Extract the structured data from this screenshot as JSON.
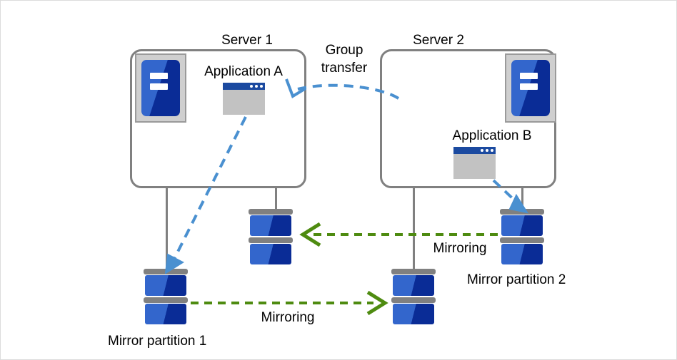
{
  "diagram": {
    "title_server1": "Server 1",
    "title_server2": "Server 2",
    "app_a_label": "Application  A",
    "app_b_label": "Application  B",
    "group_transfer_line1": "Group",
    "group_transfer_line2": "transfer",
    "mirroring_top_label": "Mirroring",
    "mirroring_bottom_label": "Mirroring",
    "mirror_partition_1_label": "Mirror partition 1",
    "mirror_partition_2_label": "Mirror partition 2"
  },
  "colors": {
    "server_border": "#808080",
    "disk_blue_light": "#3366cc",
    "disk_blue_dark": "#0a2c96",
    "disk_cap_gray": "#808080",
    "app_titlebar_blue": "#1b4aa0",
    "app_body_gray": "#c2c2c2",
    "server_icon_bg": "#cfcfcf",
    "arrow_blue": "#4a90d0",
    "arrow_green": "#4e8b10",
    "text": "#000000",
    "page_border": "#dcdcdc",
    "background": "#ffffff"
  },
  "icons": {
    "server_unit": "server-icon",
    "application_window": "app-window-icon",
    "disk_stack": "disk-stack-icon"
  }
}
